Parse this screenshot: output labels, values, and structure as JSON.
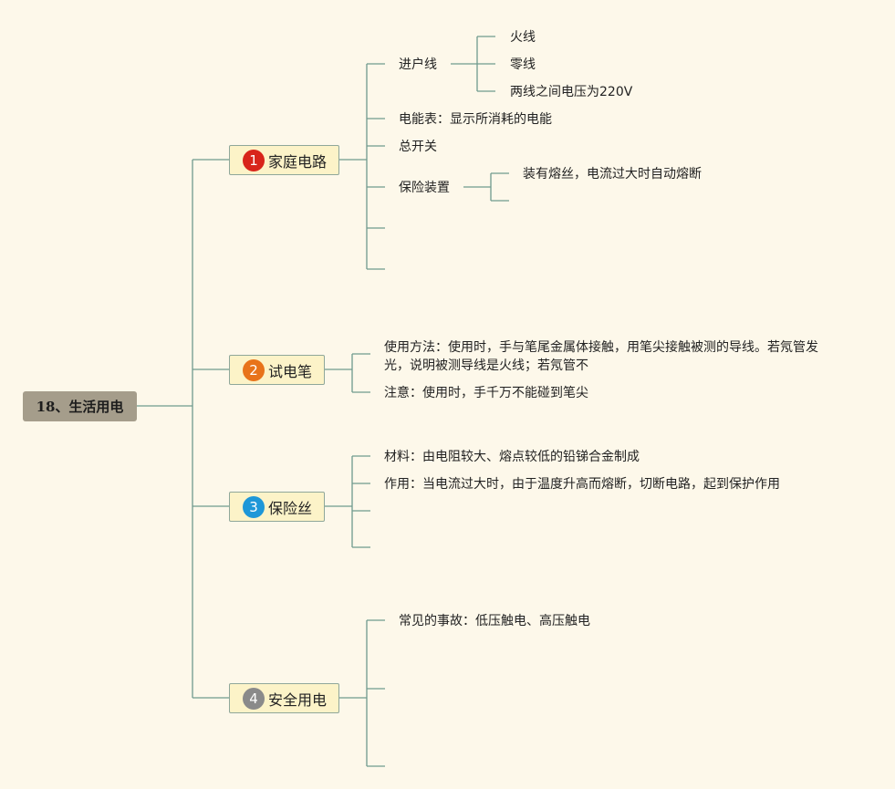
{
  "root": "18、生活用电",
  "branches": [
    {
      "num": "1",
      "label": "家庭电路",
      "color": "#d8251a"
    },
    {
      "num": "2",
      "label": "试电笔",
      "color": "#e8731a"
    },
    {
      "num": "3",
      "label": "保险丝",
      "color": "#1e97d8"
    },
    {
      "num": "4",
      "label": "安全用电",
      "color": "#8a8a8a"
    }
  ],
  "b1": {
    "jinhuxian": "进户线",
    "huoxian": "火线",
    "lingxian": "零线",
    "dianya": "两线之间电压为220V",
    "diannengbiao": "电能表：显示所消耗的电能",
    "zongkaiguan": "总开关",
    "baoxian": "保险装置",
    "rongsi": "装有熔丝，电流过大时自动熔断"
  },
  "b2": {
    "fangfa": "使用方法：使用时，手与笔尾金属体接触，用笔尖接触被测的导线。若氖管发光，说明被测导线是火线；若氖管不",
    "zhuyi": "注意：使用时，手千万不能碰到笔尖"
  },
  "b3": {
    "cailiao": "材料：由电阻较大、熔点较低的铅锑合金制成",
    "zuoyong": "作用：当电流过大时，由于温度升高而熔断，切断电路，起到保护作用"
  },
  "b4": {
    "shigu": "常见的事故：低压触电、高压触电"
  }
}
